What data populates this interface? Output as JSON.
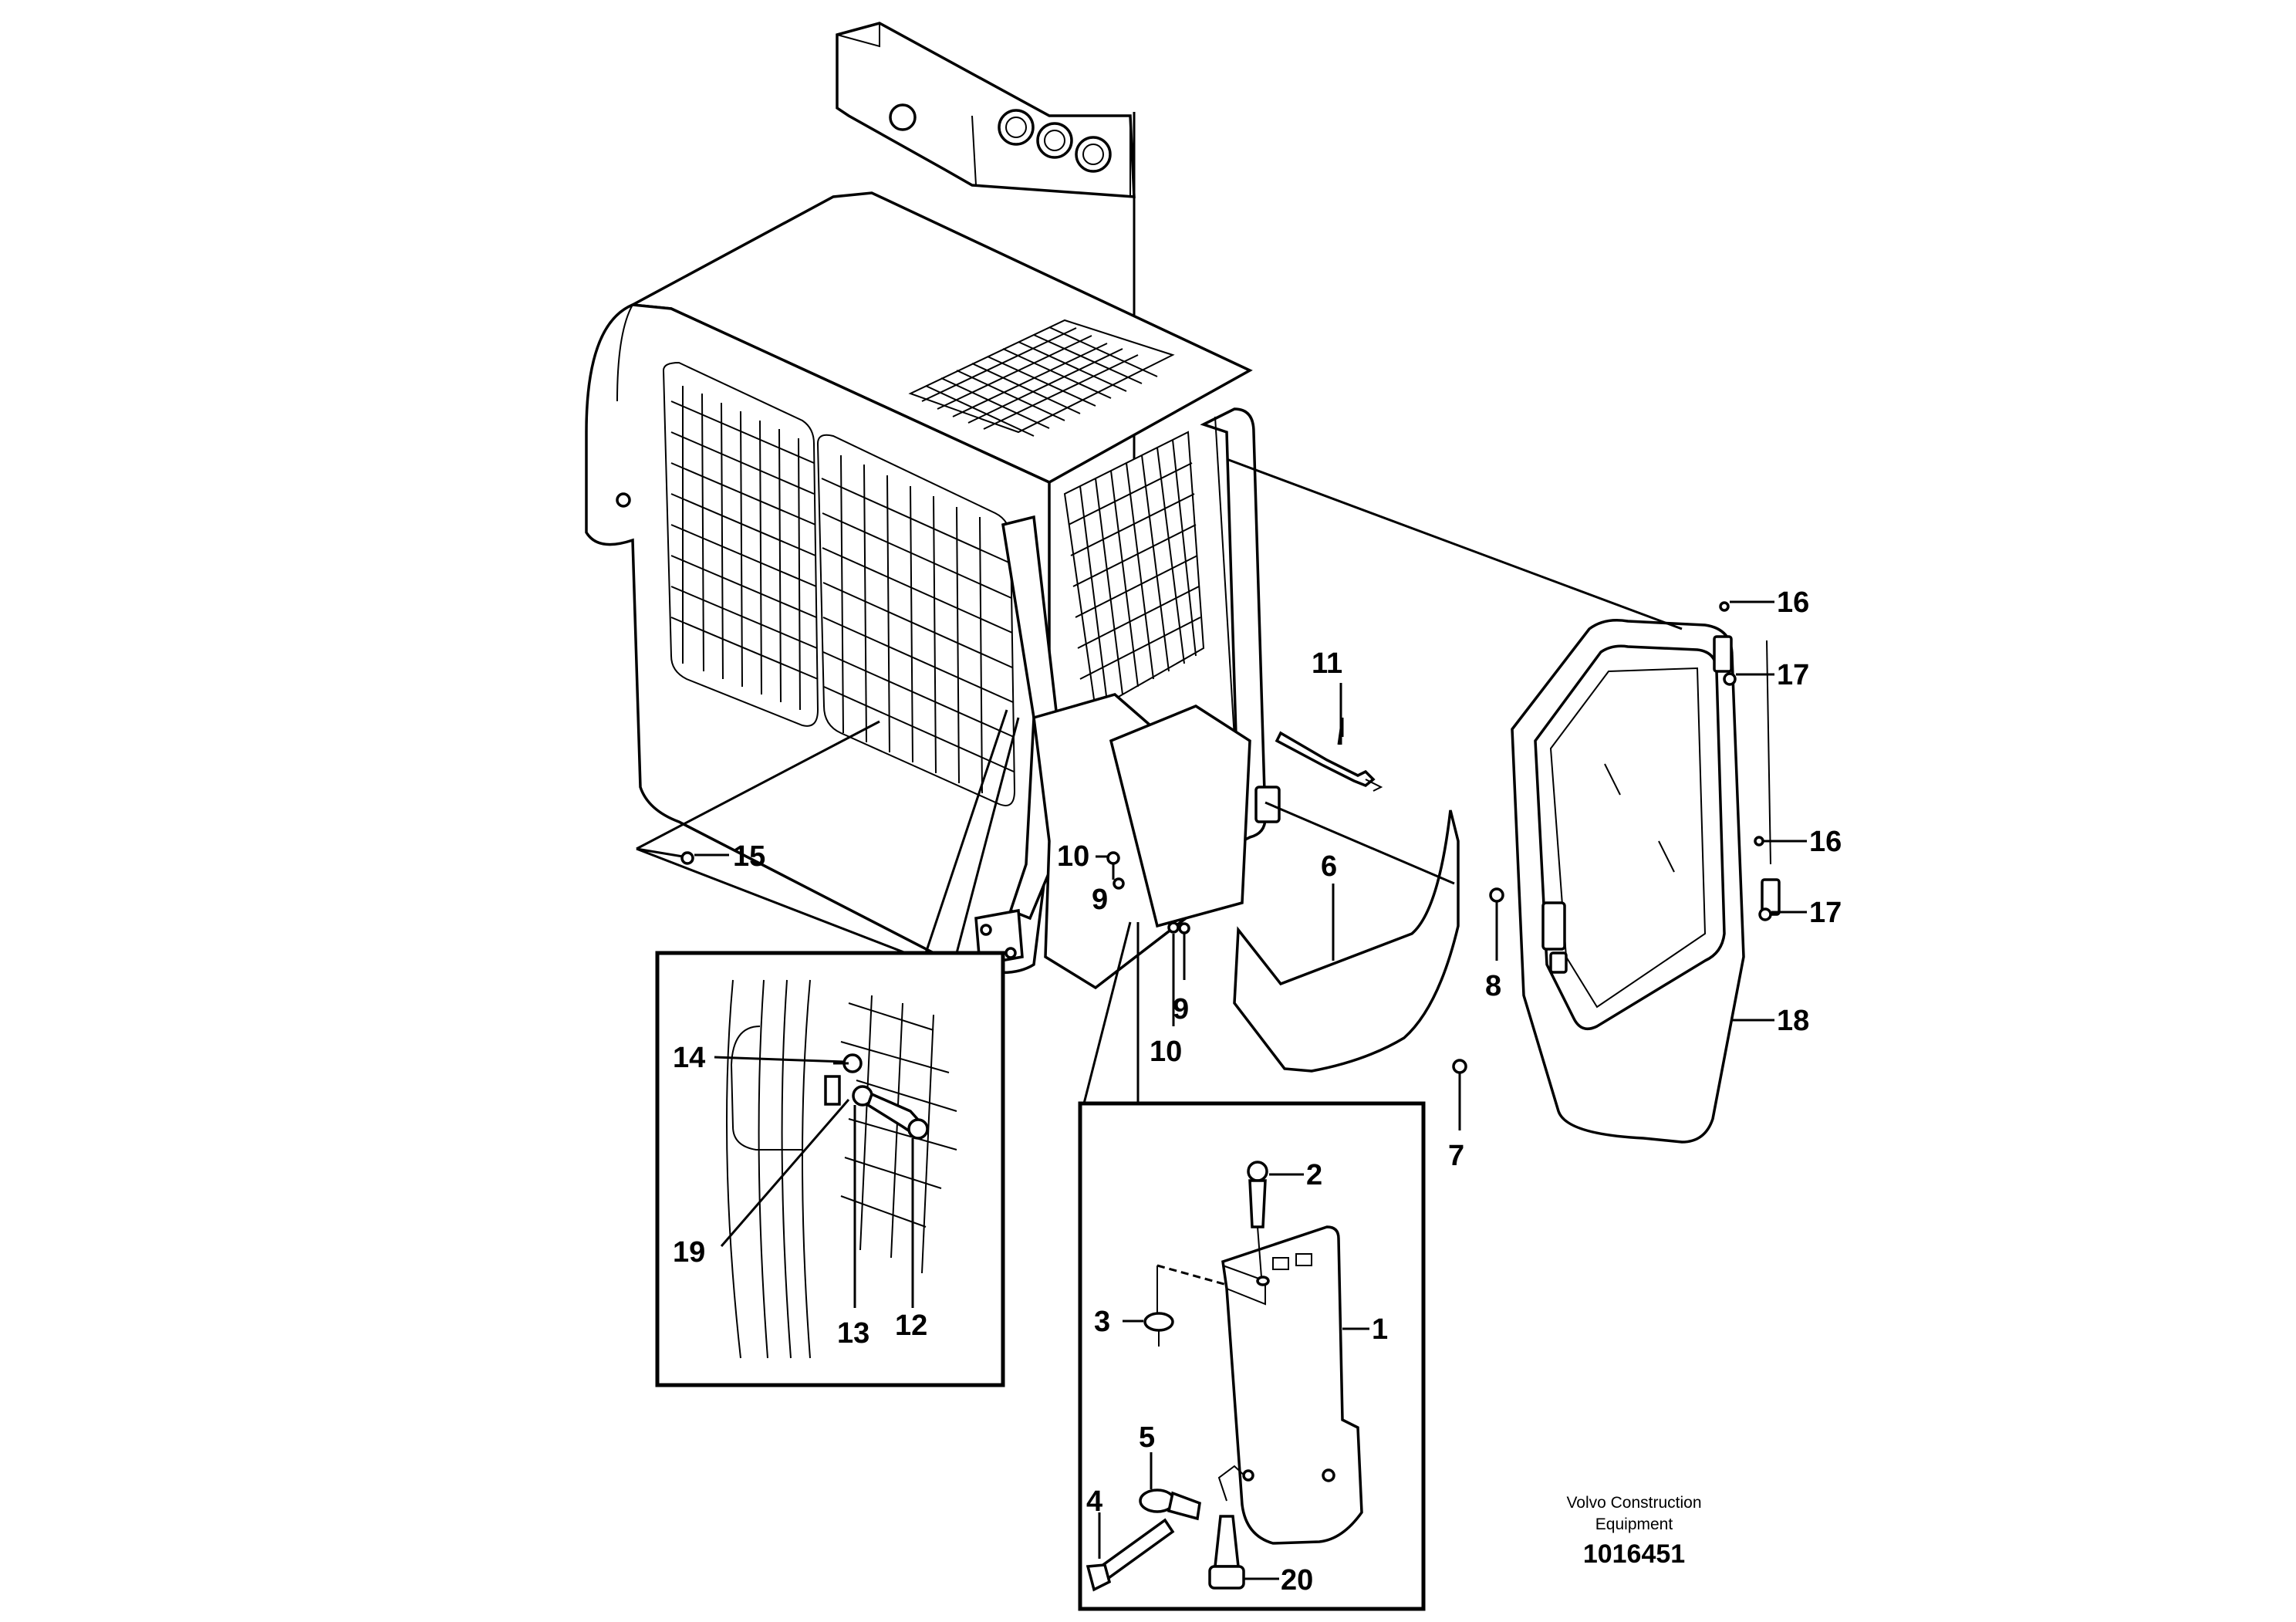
{
  "callouts": {
    "c1": "1",
    "c2": "2",
    "c3": "3",
    "c4": "4",
    "c5": "5",
    "c6": "6",
    "c7": "7",
    "c8": "8",
    "c9a": "9",
    "c9b": "9",
    "c10a": "10",
    "c10b": "10",
    "c11": "11",
    "c12": "12",
    "c13": "13",
    "c14": "14",
    "c15": "15",
    "c16a": "16",
    "c16b": "16",
    "c17a": "17",
    "c17b": "17",
    "c18": "18",
    "c19": "19",
    "c20": "20"
  },
  "footer": {
    "brand_line1": "Volvo Construction",
    "brand_line2": "Equipment",
    "doc_number": "1016451"
  }
}
